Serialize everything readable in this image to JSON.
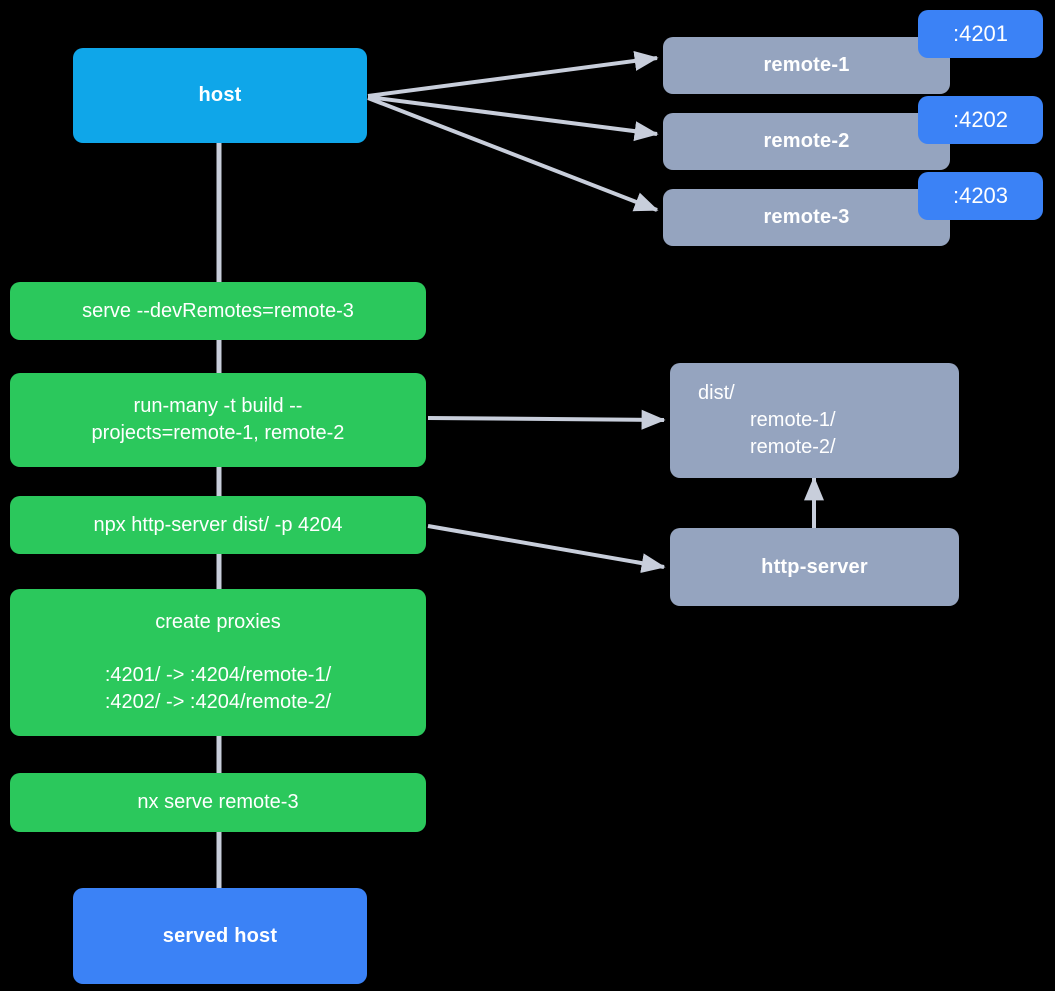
{
  "diagram": {
    "title": "Nx module federation host and remotes serve flow",
    "background": "#000000",
    "edge_color": "#C8CEDB",
    "colors": {
      "host": "#0FA6E9",
      "served_host": "#3B82F6",
      "command": "#2BC85C",
      "remote": "#95A4BF",
      "badge": "#3B82F6"
    }
  },
  "nodes": {
    "host": {
      "label": "host"
    },
    "served_host": {
      "label": "served host"
    },
    "remotes": [
      {
        "label": "remote-1",
        "port": ":4201"
      },
      {
        "label": "remote-2",
        "port": ":4202"
      },
      {
        "label": "remote-3",
        "port": ":4203"
      }
    ],
    "dist": {
      "root": "dist/",
      "children": [
        "remote-1/",
        "remote-2/"
      ]
    },
    "http_server": {
      "label": "http-server"
    },
    "commands": [
      {
        "id": "serve-dev-remotes",
        "lines": [
          "serve --devRemotes=remote-3"
        ]
      },
      {
        "id": "run-many-build",
        "lines": [
          "run-many -t build --",
          "projects=remote-1, remote-2"
        ]
      },
      {
        "id": "npx-http-server",
        "lines": [
          "npx http-server dist/ -p 4204"
        ]
      },
      {
        "id": "create-proxies",
        "lines": [
          "create proxies"
        ],
        "extra_lines": [
          ":4201/ -> :4204/remote-1/",
          ":4202/ -> :4204/remote-2/"
        ]
      },
      {
        "id": "nx-serve-remote-3",
        "lines": [
          "nx serve remote-3"
        ]
      }
    ]
  }
}
